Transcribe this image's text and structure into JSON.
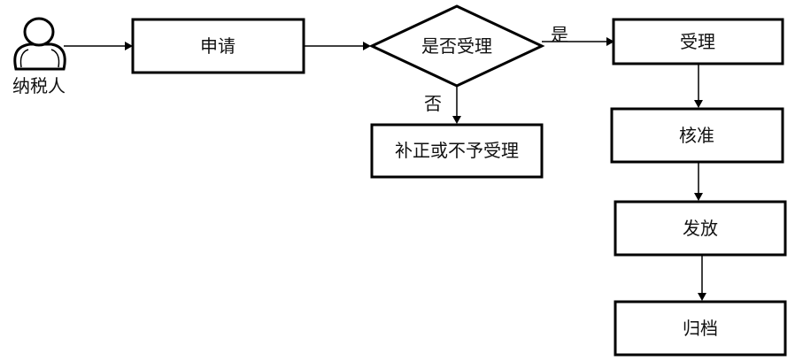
{
  "diagram": {
    "type": "flowchart",
    "actor": {
      "label": "纳税人",
      "icon": "person-icon"
    },
    "nodes": {
      "apply": "申请",
      "decision": "是否受理",
      "reject": "补正或不予受理",
      "accept": "受理",
      "approve": "核准",
      "issue": "发放",
      "archive": "归档"
    },
    "edge_labels": {
      "yes": "是",
      "no": "否"
    },
    "edges": [
      {
        "from": "actor",
        "to": "apply"
      },
      {
        "from": "apply",
        "to": "decision"
      },
      {
        "from": "decision",
        "to": "accept",
        "label": "是"
      },
      {
        "from": "decision",
        "to": "reject",
        "label": "否"
      },
      {
        "from": "accept",
        "to": "approve"
      },
      {
        "from": "approve",
        "to": "issue"
      },
      {
        "from": "issue",
        "to": "archive"
      }
    ]
  }
}
